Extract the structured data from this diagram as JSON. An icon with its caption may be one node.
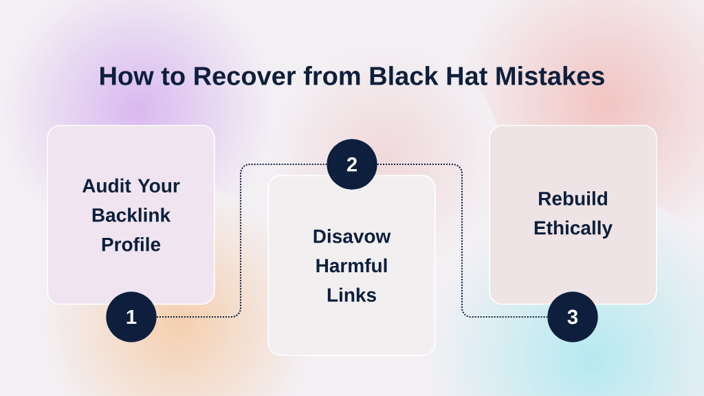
{
  "diagram": {
    "title": "How to Recover from Black Hat Mistakes",
    "nodes": [
      {
        "text": [
          "Audit Your Backlink Profile"
        ]
      },
      {
        "text": [
          "Disavow Harmful Links"
        ]
      },
      {
        "text": [
          "Rebuild Ethically"
        ]
      },
      {
        "text": [
          "1"
        ]
      },
      {
        "text": [
          "2"
        ]
      },
      {
        "text": [
          "3"
        ]
      }
    ],
    "edges": [
      {
        "from": 3,
        "to": 4,
        "arrow": "none"
      },
      {
        "from": 4,
        "to": 5,
        "arrow": "none"
      }
    ]
  }
}
